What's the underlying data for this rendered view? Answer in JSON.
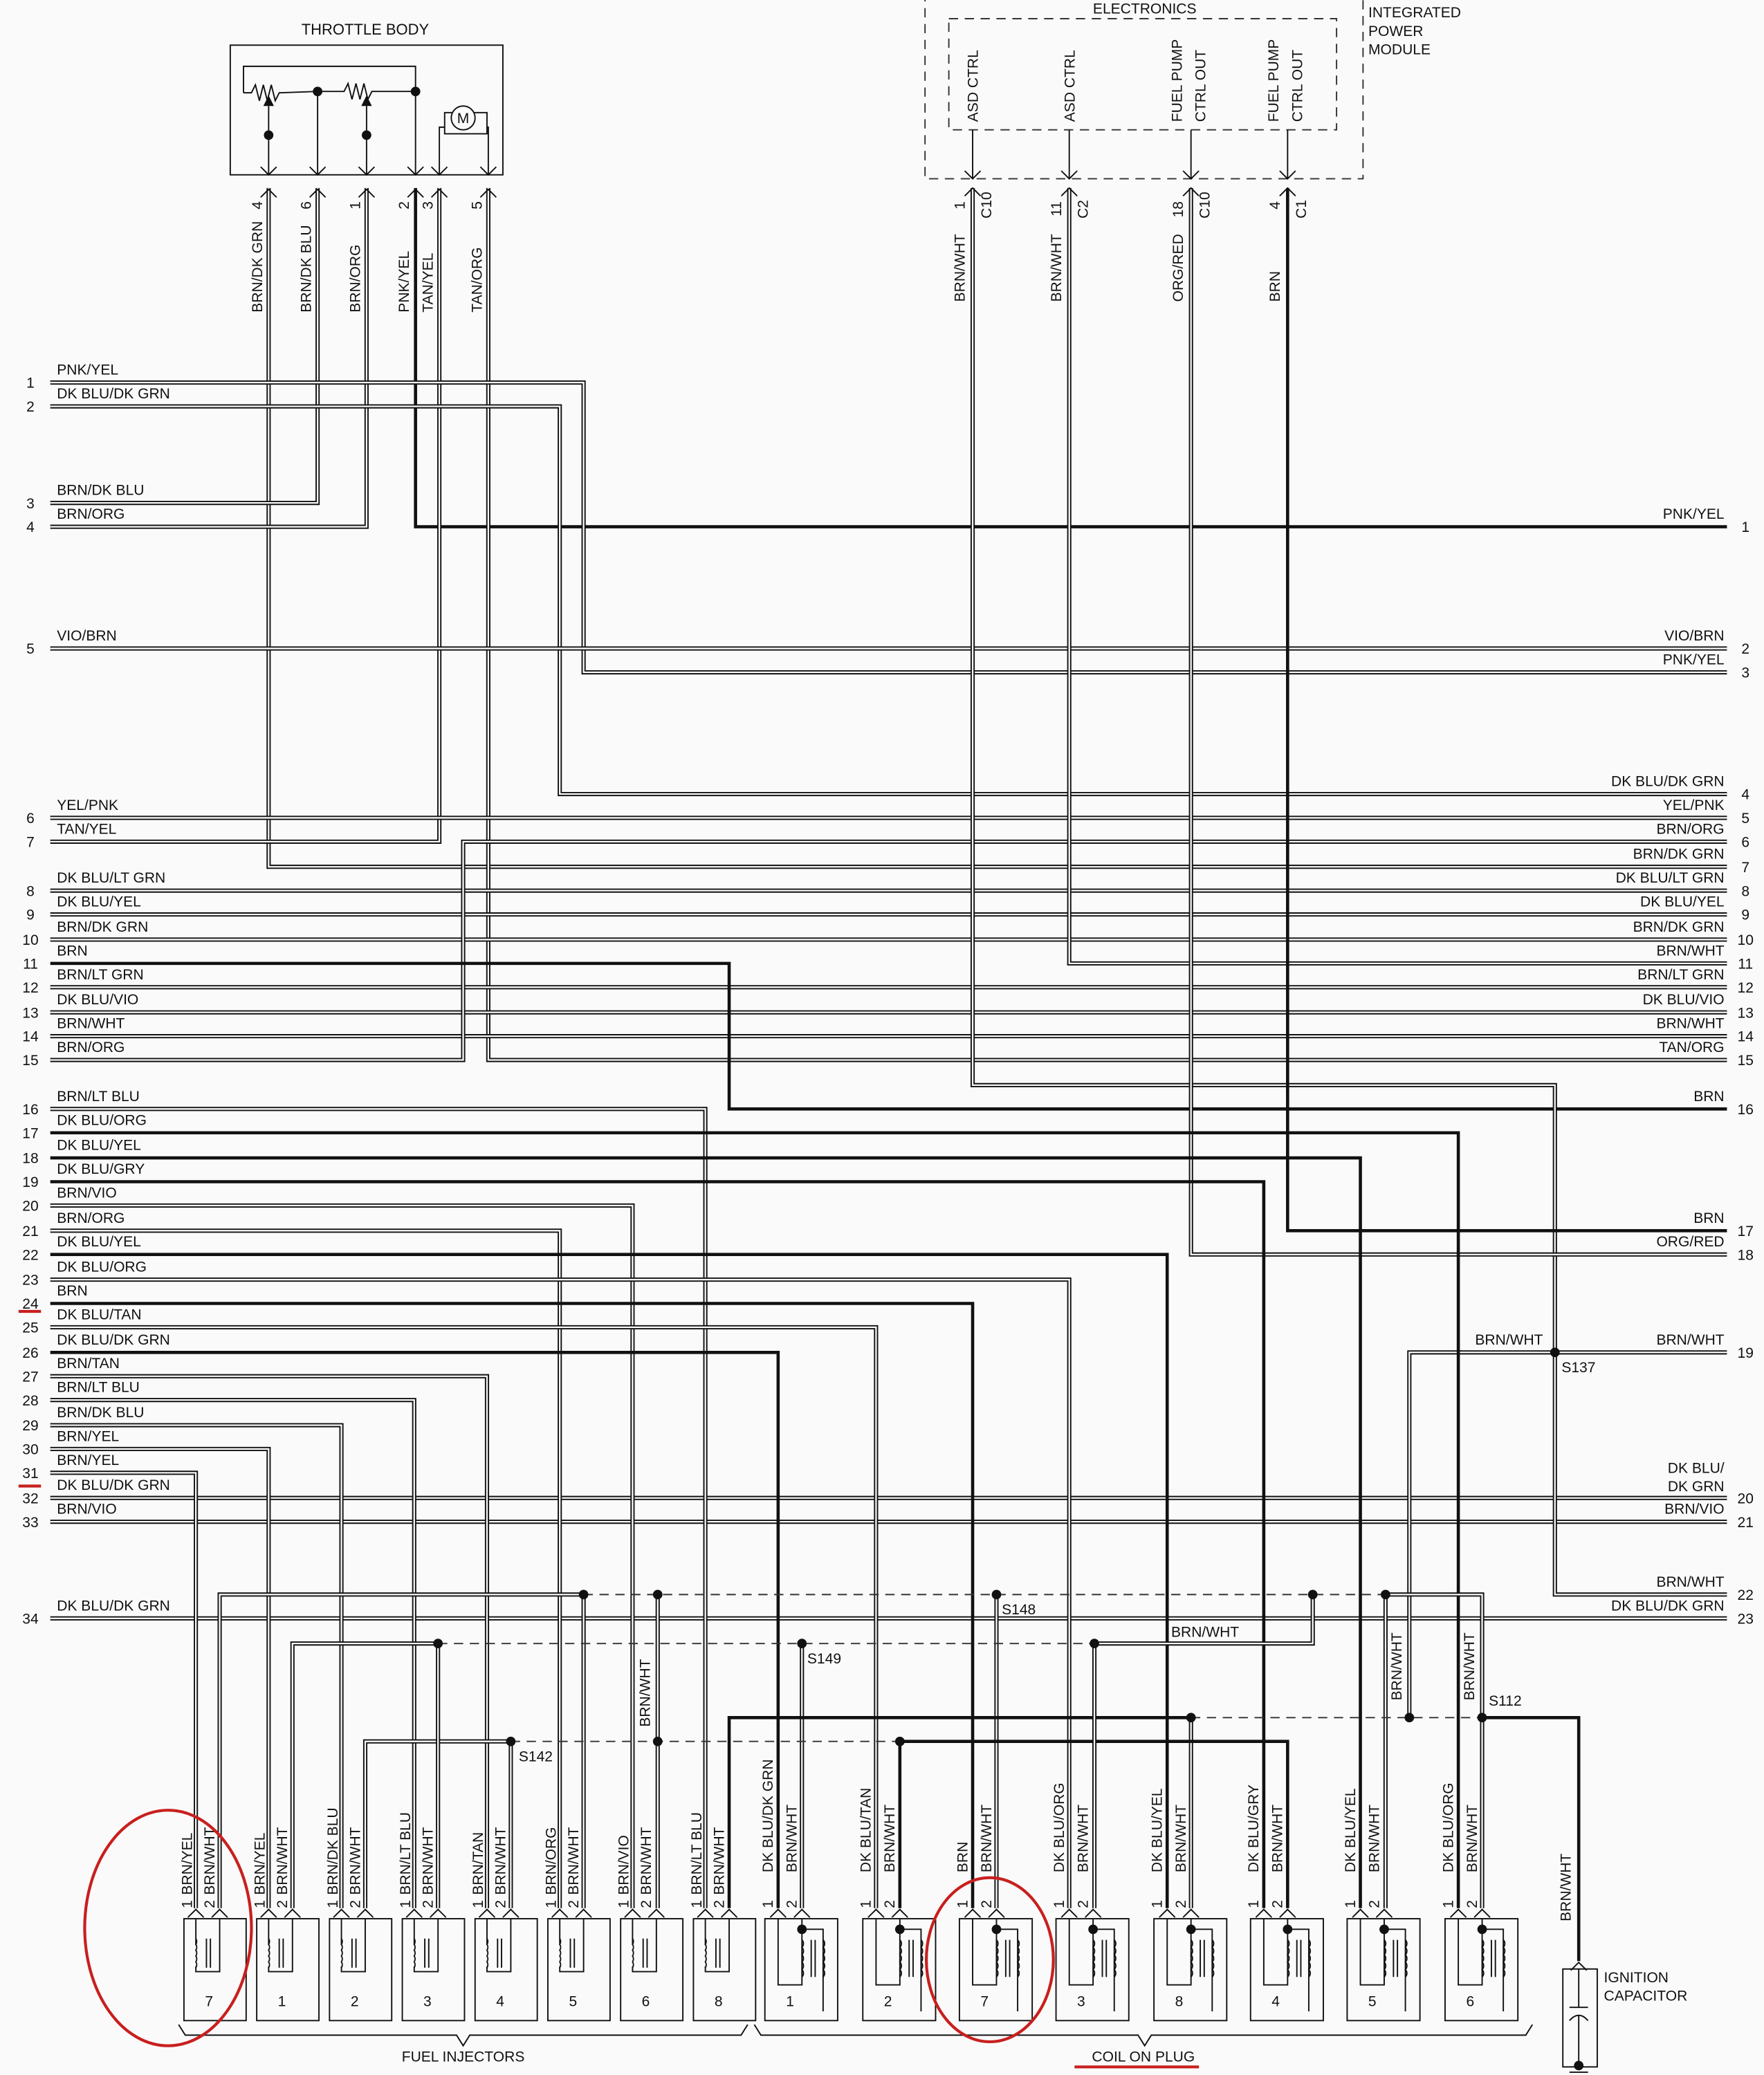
{
  "throttle_body": {
    "title": "THROTTLE BODY",
    "motor_label": "M",
    "pins": [
      {
        "num": "4",
        "wire": "BRN/DK GRN"
      },
      {
        "num": "6",
        "wire": "BRN/DK BLU"
      },
      {
        "num": "1",
        "wire": "BRN/ORG"
      },
      {
        "num": "2",
        "wire": "PNK/YEL"
      },
      {
        "num": "3",
        "wire": "TAN/YEL"
      },
      {
        "num": "5",
        "wire": "TAN/ORG"
      }
    ]
  },
  "module": {
    "title_lines": [
      "TOTALLY",
      "INTEGRATED",
      "POWER",
      "MODULE"
    ],
    "section": "ELECTRONICS",
    "outputs": [
      {
        "func1": "ASD CTRL",
        "func2": "",
        "pin": "1",
        "conn": "C10",
        "wire": "BRN/WHT"
      },
      {
        "func1": "ASD CTRL",
        "func2": "",
        "pin": "11",
        "conn": "C2",
        "wire": "BRN/WHT"
      },
      {
        "func1": "FUEL PUMP",
        "func2": "CTRL OUT",
        "pin": "18",
        "conn": "C10",
        "wire": "ORG/RED"
      },
      {
        "func1": "FUEL PUMP",
        "func2": "CTRL OUT",
        "pin": "4",
        "conn": "C1",
        "wire": "BRN"
      }
    ]
  },
  "left_connector": [
    {
      "pin": "1",
      "wire": "PNK/YEL"
    },
    {
      "pin": "2",
      "wire": "DK BLU/DK GRN"
    },
    {
      "pin": "3",
      "wire": "BRN/DK BLU"
    },
    {
      "pin": "4",
      "wire": "BRN/ORG"
    },
    {
      "pin": "5",
      "wire": "VIO/BRN"
    },
    {
      "pin": "6",
      "wire": "YEL/PNK"
    },
    {
      "pin": "7",
      "wire": "TAN/YEL"
    },
    {
      "pin": "8",
      "wire": "DK BLU/LT GRN"
    },
    {
      "pin": "9",
      "wire": "DK BLU/YEL"
    },
    {
      "pin": "10",
      "wire": "BRN/DK GRN"
    },
    {
      "pin": "11",
      "wire": "BRN"
    },
    {
      "pin": "12",
      "wire": "BRN/LT GRN"
    },
    {
      "pin": "13",
      "wire": "DK BLU/VIO"
    },
    {
      "pin": "14",
      "wire": "BRN/WHT"
    },
    {
      "pin": "15",
      "wire": "BRN/ORG"
    },
    {
      "pin": "16",
      "wire": "BRN/LT BLU"
    },
    {
      "pin": "17",
      "wire": "DK BLU/ORG"
    },
    {
      "pin": "18",
      "wire": "DK BLU/YEL"
    },
    {
      "pin": "19",
      "wire": "DK BLU/GRY"
    },
    {
      "pin": "20",
      "wire": "BRN/VIO"
    },
    {
      "pin": "21",
      "wire": "BRN/ORG"
    },
    {
      "pin": "22",
      "wire": "DK BLU/YEL"
    },
    {
      "pin": "23",
      "wire": "DK BLU/ORG"
    },
    {
      "pin": "24",
      "wire": "BRN"
    },
    {
      "pin": "25",
      "wire": "DK BLU/TAN"
    },
    {
      "pin": "26",
      "wire": "DK BLU/DK GRN"
    },
    {
      "pin": "27",
      "wire": "BRN/TAN"
    },
    {
      "pin": "28",
      "wire": "BRN/LT BLU"
    },
    {
      "pin": "29",
      "wire": "BRN/DK BLU"
    },
    {
      "pin": "30",
      "wire": "BRN/YEL"
    },
    {
      "pin": "31",
      "wire": "BRN/YEL"
    },
    {
      "pin": "32",
      "wire": "DK BLU/DK GRN"
    },
    {
      "pin": "33",
      "wire": "BRN/VIO"
    },
    {
      "pin": "34",
      "wire": "DK BLU/DK GRN"
    }
  ],
  "right_connector": [
    {
      "pin": "1",
      "wire": "PNK/YEL"
    },
    {
      "pin": "2",
      "wire": "VIO/BRN"
    },
    {
      "pin": "3",
      "wire": "PNK/YEL"
    },
    {
      "pin": "4",
      "wire": "DK BLU/DK GRN"
    },
    {
      "pin": "5",
      "wire": "YEL/PNK"
    },
    {
      "pin": "6",
      "wire": "BRN/ORG"
    },
    {
      "pin": "7",
      "wire": "BRN/DK GRN"
    },
    {
      "pin": "8",
      "wire": "DK BLU/LT GRN"
    },
    {
      "pin": "9",
      "wire": "DK BLU/YEL"
    },
    {
      "pin": "10",
      "wire": "BRN/DK GRN"
    },
    {
      "pin": "11",
      "wire": "BRN/WHT"
    },
    {
      "pin": "12",
      "wire": "BRN/LT GRN"
    },
    {
      "pin": "13",
      "wire": "DK BLU/VIO"
    },
    {
      "pin": "14",
      "wire": "BRN/WHT"
    },
    {
      "pin": "15",
      "wire": "TAN/ORG"
    },
    {
      "pin": "16",
      "wire": "BRN"
    },
    {
      "pin": "17",
      "wire": "BRN"
    },
    {
      "pin": "18",
      "wire": "ORG/RED"
    },
    {
      "pin": "19",
      "wire": "BRN/WHT"
    },
    {
      "pin": "20",
      "wire": "DK BLU/",
      "wire_2": "DK GRN"
    },
    {
      "pin": "21",
      "wire": "BRN/VIO"
    },
    {
      "pin": "22",
      "wire": "BRN/WHT"
    },
    {
      "pin": "23",
      "wire": "DK BLU/DK GRN"
    }
  ],
  "splices": [
    {
      "id": "S137",
      "wire": "BRN/WHT"
    },
    {
      "id": "S148"
    },
    {
      "id": "S149"
    },
    {
      "id": "S142"
    },
    {
      "id": "S112"
    }
  ],
  "splice_wire_labels": [
    "BRN/WHT",
    "BRN/WHT",
    "BRN/WHT",
    "BRN/WHT"
  ],
  "injectors": {
    "group_label": "FUEL INJECTORS",
    "items": [
      {
        "num": "7",
        "pin1": "1",
        "wire1": "BRN/YEL",
        "pin2": "2",
        "wire2": "BRN/WHT"
      },
      {
        "num": "1",
        "pin1": "1",
        "wire1": "BRN/YEL",
        "pin2": "2",
        "wire2": "BRN/WHT"
      },
      {
        "num": "2",
        "pin1": "1",
        "wire1": "BRN/DK BLU",
        "pin2": "2",
        "wire2": "BRN/WHT"
      },
      {
        "num": "3",
        "pin1": "1",
        "wire1": "BRN/LT BLU",
        "pin2": "2",
        "wire2": "BRN/WHT"
      },
      {
        "num": "4",
        "pin1": "1",
        "wire1": "BRN/TAN",
        "pin2": "2",
        "wire2": "BRN/WHT"
      },
      {
        "num": "5",
        "pin1": "1",
        "wire1": "BRN/ORG",
        "pin2": "2",
        "wire2": "BRN/WHT"
      },
      {
        "num": "6",
        "pin1": "1",
        "wire1": "BRN/VIO",
        "pin2": "2",
        "wire2": "BRN/WHT"
      },
      {
        "num": "8",
        "pin1": "1",
        "wire1": "BRN/LT BLU",
        "pin2": "2",
        "wire2": "BRN/WHT"
      }
    ]
  },
  "coils": {
    "group_label": "COIL ON PLUG",
    "items": [
      {
        "num": "1",
        "pin1": "1",
        "wire1": "DK BLU/DK GRN",
        "pin2": "2",
        "wire2": "BRN/WHT"
      },
      {
        "num": "2",
        "pin1": "1",
        "wire1": "DK BLU/TAN",
        "pin2": "2",
        "wire2": "BRN/WHT"
      },
      {
        "num": "7",
        "pin1": "1",
        "wire1": "BRN",
        "pin2": "2",
        "wire2": "BRN/WHT"
      },
      {
        "num": "3",
        "pin1": "1",
        "wire1": "DK BLU/ORG",
        "pin2": "2",
        "wire2": "BRN/WHT"
      },
      {
        "num": "8",
        "pin1": "1",
        "wire1": "DK BLU/YEL",
        "pin2": "2",
        "wire2": "BRN/WHT"
      },
      {
        "num": "4",
        "pin1": "1",
        "wire1": "DK BLU/GRY",
        "pin2": "2",
        "wire2": "BRN/WHT"
      },
      {
        "num": "5",
        "pin1": "1",
        "wire1": "DK BLU/YEL",
        "pin2": "2",
        "wire2": "BRN/WHT"
      },
      {
        "num": "6",
        "pin1": "1",
        "wire1": "DK BLU/ORG",
        "pin2": "2",
        "wire2": "BRN/WHT"
      }
    ]
  },
  "capacitor": {
    "label_1": "IGNITION",
    "label_2": "CAPACITOR",
    "wire": "BRN/WHT"
  },
  "colors": {
    "annotation": "#c8201e",
    "line": "#111111",
    "background": "#fafafa"
  }
}
